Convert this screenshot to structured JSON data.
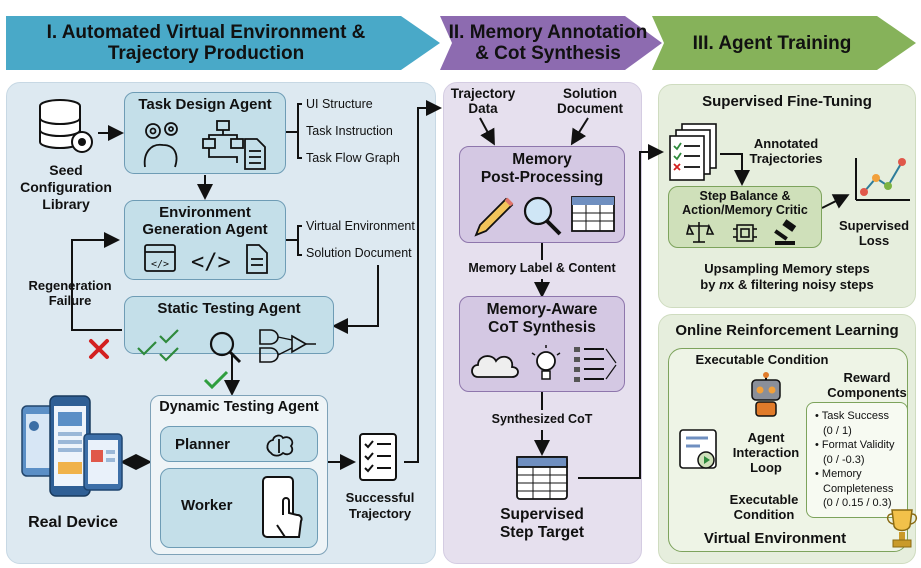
{
  "stages": [
    {
      "line1": "I. Automated Virtual Environment &",
      "line2": "Trajectory Production",
      "color": "#49a9c8"
    },
    {
      "line1": "II. Memory Annotation",
      "line2": "& Cot Synthesis",
      "color": "#8d6bb0"
    },
    {
      "line1": "III. Agent Training",
      "line2": "",
      "color": "#86b25a"
    }
  ],
  "stage1": {
    "seed_label_line1": "Seed",
    "seed_label_line2": "Configuration",
    "seed_label_line3": "Library",
    "task_design_agent": "Task Design Agent",
    "task_outputs": [
      "UI Structure",
      "Task Instruction",
      "Task Flow Graph"
    ],
    "env_gen_line1": "Environment",
    "env_gen_line2": "Generation Agent",
    "env_outputs": [
      "Virtual Environment",
      "Solution Document"
    ],
    "regen_line1": "Regeneration",
    "regen_line2": "Failure",
    "static_testing_agent": "Static Testing Agent",
    "dynamic_testing_agent": "Dynamic Testing Agent",
    "planner": "Planner",
    "worker": "Worker",
    "real_device": "Real Device",
    "successful_line1": "Successful",
    "successful_line2": "Trajectory"
  },
  "stage2": {
    "trajectory_data_line1": "Trajectory",
    "trajectory_data_line2": "Data",
    "solution_doc_line1": "Solution",
    "solution_doc_line2": "Document",
    "memory_pp_line1": "Memory",
    "memory_pp_line2": "Post-Processing",
    "memory_label": "Memory Label & Content",
    "cot_line1": "Memory-Aware",
    "cot_line2": "CoT Synthesis",
    "synth_cot": "Synthesized CoT",
    "sup_step_line1": "Supervised",
    "sup_step_line2": "Step Target"
  },
  "stage3": {
    "sft_title": "Supervised Fine-Tuning",
    "annotated_line1": "Annotated",
    "annotated_line2": "Trajectories",
    "critic_line1": "Step Balance &",
    "critic_line2": "Action/Memory Critic",
    "sup_loss_line1": "Supervised",
    "sup_loss_line2": "Loss",
    "upsample_line1": "Upsampling Memory steps",
    "upsample_line2_a": "by ",
    "upsample_line2_n": "n",
    "upsample_line2_b": "x & filtering noisy steps",
    "orl_title": "Online Reinforcement Learning",
    "exec_cond_top": "Executable Condition",
    "reward_line1": "Reward",
    "reward_line2": "Components",
    "reward_items": [
      "• Task Success",
      "(0 / 1)",
      "• Format Validity",
      "(0 / -0.3)",
      "• Memory",
      "Completeness",
      "(0 / 0.15 / 0.3)"
    ],
    "agent_loop_line1": "Agent",
    "agent_loop_line2": "Interaction",
    "agent_loop_line3": "Loop",
    "exec_cond_bot_line1": "Executable",
    "exec_cond_bot_line2": "Condition",
    "virtual_env": "Virtual Environment"
  }
}
